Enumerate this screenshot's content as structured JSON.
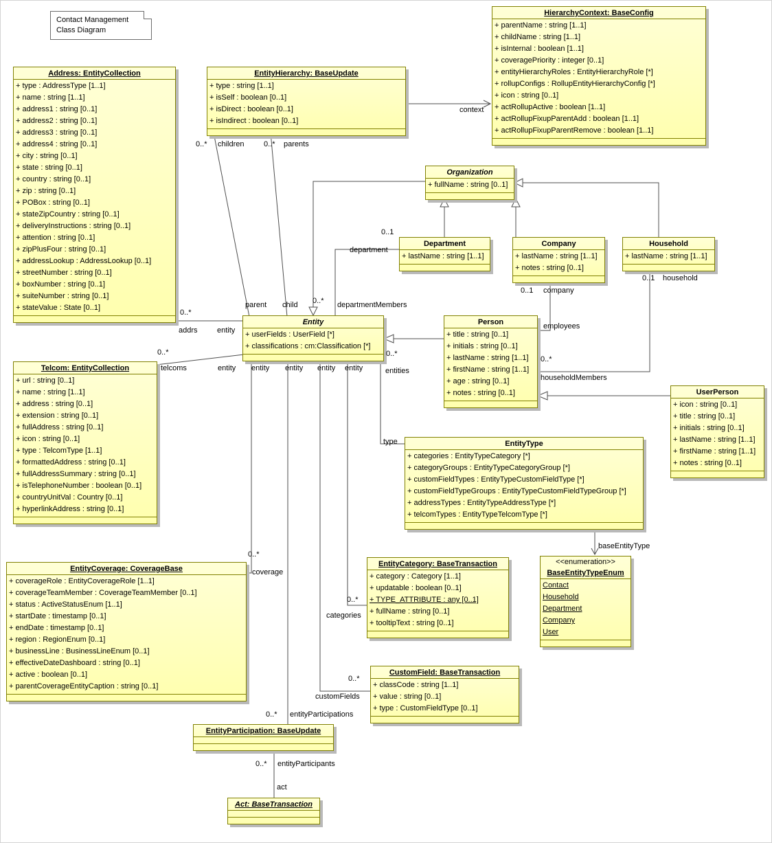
{
  "diagram_title": "Contact Management Class Diagram",
  "note": {
    "line1": "Contact Management",
    "line2": "Class Diagram"
  },
  "colors": {
    "class_fill": "#FFFFC8",
    "class_border": "#808000",
    "shadow": "#B9B9B9",
    "line": "#4D4D4D",
    "background": "#FFFFFF"
  },
  "classes": [
    {
      "id": "hierarchyContext",
      "title": "HierarchyContext: BaseConfig",
      "underline": true,
      "attributes": [
        "+ parentName : string [1..1]",
        "+ childName : string [1..1]",
        "+ isInternal : boolean [1..1]",
        "+ coveragePriority : integer [0..1]",
        "+ entityHierarchyRoles : EntityHierarchyRole [*]",
        "+ rollupConfigs : RollupEntityHierarchyConfig [*]",
        "+ icon : string [0..1]",
        "+ actRollupActive : boolean [1..1]",
        "+ actRollupFixupParentAdd : boolean [1..1]",
        "+ actRollupFixupParentRemove : boolean [1..1]"
      ]
    },
    {
      "id": "address",
      "title": "Address: EntityCollection",
      "underline": true,
      "attributes": [
        "+ type : AddressType [1..1]",
        "+ name : string [1..1]",
        "+ address1 : string [0..1]",
        "+ address2 : string [0..1]",
        "+ address3 : string [0..1]",
        "+ address4 : string [0..1]",
        "+ city : string [0..1]",
        "+ state : string [0..1]",
        "+ country : string [0..1]",
        "+ zip : string [0..1]",
        "+ POBox : string [0..1]",
        "+ stateZipCountry : string [0..1]",
        "+ deliveryInstructions : string [0..1]",
        "+ attention : string [0..1]",
        "+ zipPlusFour : string [0..1]",
        "+ addressLookup : AddressLookup [0..1]",
        "+ streetNumber : string [0..1]",
        "+ boxNumber : string [0..1]",
        "+ suiteNumber : string [0..1]",
        "+ stateValue : State [0..1]"
      ]
    },
    {
      "id": "entityHierarchy",
      "title": "EntityHierarchy: BaseUpdate",
      "underline": true,
      "attributes": [
        "+ type : string [1..1]",
        "+ isSelf : boolean [0..1]",
        "+ isDirect : boolean [0..1]",
        "+ isIndirect : boolean [0..1]"
      ]
    },
    {
      "id": "organization",
      "title": "Organization",
      "italic": true,
      "attributes": [
        "+ fullName : string [0..1]"
      ]
    },
    {
      "id": "department",
      "title": "Department",
      "attributes": [
        "+ lastName : string [1..1]"
      ]
    },
    {
      "id": "company",
      "title": "Company",
      "attributes": [
        "+ lastName : string [1..1]",
        "+ notes : string [0..1]"
      ]
    },
    {
      "id": "household",
      "title": "Household",
      "attributes": [
        "+ lastName : string [1..1]"
      ]
    },
    {
      "id": "entity",
      "title": "Entity",
      "italic": true,
      "attributes": [
        "+ userFields : UserField [*]",
        "+ classifications : cm:Classification [*]"
      ]
    },
    {
      "id": "person",
      "title": "Person",
      "attributes": [
        "+ title : string [0..1]",
        "+ initials : string [0..1]",
        "+ lastName : string [1..1]",
        "+ firstName : string [1..1]",
        "+ age : string [0..1]",
        "+ notes : string [0..1]"
      ]
    },
    {
      "id": "telcom",
      "title": "Telcom: EntityCollection",
      "underline": true,
      "attributes": [
        "+ url : string [0..1]",
        "+ name : string [1..1]",
        "+ address : string [0..1]",
        "+ extension : string [0..1]",
        "+ fullAddress : string [0..1]",
        "+ icon : string [0..1]",
        "+ type : TelcomType [1..1]",
        "+ formattedAddress : string [0..1]",
        "+ fullAddressSummary : string [0..1]",
        "+ isTelephoneNumber : boolean [0..1]",
        "+ countryUnitVal : Country [0..1]",
        "+ hyperlinkAddress : string [0..1]"
      ]
    },
    {
      "id": "userPerson",
      "title": "UserPerson",
      "attributes": [
        "+ icon : string [0..1]",
        "+ title : string [0..1]",
        "+ initials : string [0..1]",
        "+ lastName : string [1..1]",
        "+ firstName : string [1..1]",
        "+ notes : string [0..1]"
      ]
    },
    {
      "id": "entityType",
      "title": "EntityType",
      "attributes": [
        "+ categories : EntityTypeCategory [*]",
        "+ categoryGroups : EntityTypeCategoryGroup [*]",
        "+ customFieldTypes : EntityTypeCustomFieldType [*]",
        "+ customFieldTypeGroups : EntityTypeCustomFieldTypeGroup [*]",
        "+ addressTypes : EntityTypeAddressType [*]",
        "+ telcomTypes : EntityTypeTelcomType [*]"
      ]
    },
    {
      "id": "entityCoverage",
      "title": "EntityCoverage: CoverageBase",
      "underline": true,
      "attributes": [
        "+ coverageRole : EntityCoverageRole [1..1]",
        "+ coverageTeamMember : CoverageTeamMember [0..1]",
        "+ status : ActiveStatusEnum [1..1]",
        "+ startDate : timestamp [0..1]",
        "+ endDate : timestamp [0..1]",
        "+ region : RegionEnum [0..1]",
        "+ businessLine : BusinessLineEnum [0..1]",
        "+ effectiveDateDashboard : string [0..1]",
        "+ active : boolean [0..1]",
        "+ parentCoverageEntityCaption : string [0..1]"
      ]
    },
    {
      "id": "entityCategory",
      "title": "EntityCategory: BaseTransaction",
      "underline": true,
      "underlined_attrs": [
        2
      ],
      "attributes": [
        "+ category : Category [1..1]",
        "+ updatable : boolean [0..1]",
        "+ TYPE_ATTRIBUTE : any [0..1]",
        "+ fullName : string [0..1]",
        "+ tooltipText : string [0..1]"
      ]
    },
    {
      "id": "baseEntityTypeEnum",
      "title": "BaseEntityTypeEnum",
      "underline": true,
      "stereotype": "<<enumeration>>",
      "underlined_attrs": [
        0,
        1,
        2,
        3,
        4
      ],
      "attributes": [
        "Contact",
        "Household",
        "Department",
        "Company",
        "User"
      ]
    },
    {
      "id": "customField",
      "title": "CustomField: BaseTransaction",
      "underline": true,
      "attributes": [
        "+ classCode : string [1..1]",
        "+ value : string [0..1]",
        "+ type : CustomFieldType [0..1]"
      ]
    },
    {
      "id": "entityParticipation",
      "title": "EntityParticipation: BaseUpdate",
      "underline": true,
      "attributes": []
    },
    {
      "id": "act",
      "title": "Act: BaseTransaction",
      "italic": true,
      "underline": true,
      "attributes": []
    }
  ],
  "edge_labels": [
    {
      "id": "context",
      "text": "context"
    },
    {
      "id": "children-mult",
      "text": "0..*"
    },
    {
      "id": "children",
      "text": "children"
    },
    {
      "id": "parents-mult",
      "text": "0..*"
    },
    {
      "id": "parents",
      "text": "parents"
    },
    {
      "id": "parent",
      "text": "parent"
    },
    {
      "id": "child",
      "text": "child"
    },
    {
      "id": "department-mult",
      "text": "0..1"
    },
    {
      "id": "department",
      "text": "department"
    },
    {
      "id": "departmentMembers-mult",
      "text": "0..*"
    },
    {
      "id": "departmentMembers",
      "text": "departmentMembers"
    },
    {
      "id": "addrs-mult",
      "text": "0..*"
    },
    {
      "id": "addrs",
      "text": "addrs"
    },
    {
      "id": "addrs-entity",
      "text": "entity"
    },
    {
      "id": "telcoms-mult",
      "text": "0..*"
    },
    {
      "id": "telcoms",
      "text": "telcoms"
    },
    {
      "id": "telcoms-entity",
      "text": "entity"
    },
    {
      "id": "coverage-entity",
      "text": "entity"
    },
    {
      "id": "participations-entity",
      "text": "entity"
    },
    {
      "id": "customfields-entity",
      "text": "entity"
    },
    {
      "id": "categories-entity",
      "text": "entity"
    },
    {
      "id": "entities-mult",
      "text": "0..*"
    },
    {
      "id": "entities",
      "text": "entities"
    },
    {
      "id": "company-mult",
      "text": "0..1"
    },
    {
      "id": "company",
      "text": "company"
    },
    {
      "id": "employees",
      "text": "employees"
    },
    {
      "id": "employees-mult",
      "text": "0..*"
    },
    {
      "id": "household-mult",
      "text": "0..1"
    },
    {
      "id": "household",
      "text": "household"
    },
    {
      "id": "householdMembers",
      "text": "householdMembers"
    },
    {
      "id": "type",
      "text": "type"
    },
    {
      "id": "baseEntityType",
      "text": "baseEntityType"
    },
    {
      "id": "coverage-mult",
      "text": "0..*"
    },
    {
      "id": "coverage",
      "text": "coverage"
    },
    {
      "id": "categories-mult",
      "text": "0..*"
    },
    {
      "id": "categories",
      "text": "categories"
    },
    {
      "id": "customFields-mult",
      "text": "0..*"
    },
    {
      "id": "customFields",
      "text": "customFields"
    },
    {
      "id": "entityParticipations-mult",
      "text": "0..*"
    },
    {
      "id": "entityParticipations",
      "text": "entityParticipations"
    },
    {
      "id": "entityParticipants-mult",
      "text": "0..*"
    },
    {
      "id": "entityParticipants",
      "text": "entityParticipants"
    },
    {
      "id": "act",
      "text": "act"
    }
  ]
}
